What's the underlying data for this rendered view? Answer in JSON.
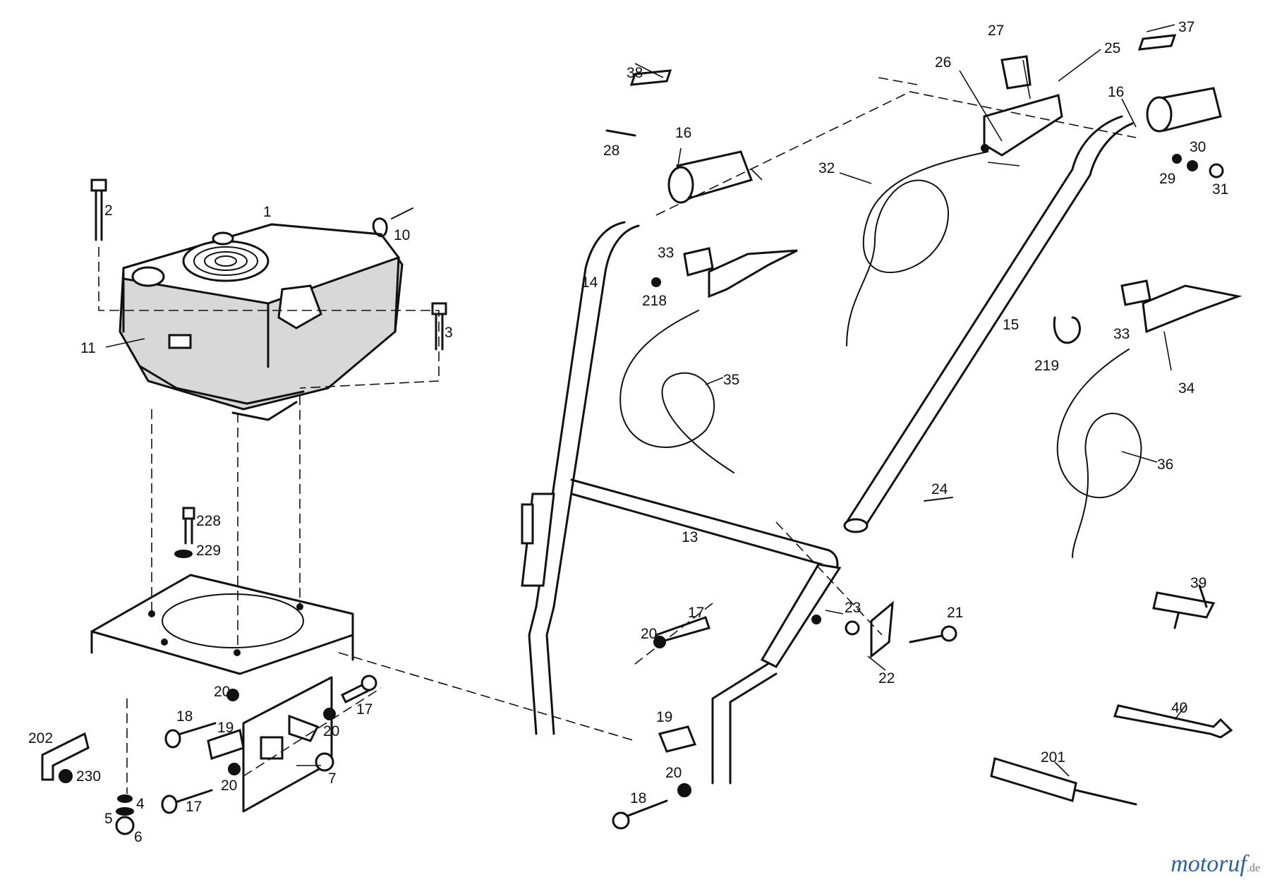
{
  "labels": {
    "l1": "1",
    "l2": "2",
    "l3": "3",
    "l4": "4",
    "l5": "5",
    "l6": "6",
    "l7": "7",
    "l10": "10",
    "l11": "11",
    "l13": "13",
    "l14": "14",
    "l15": "15",
    "l16a": "16",
    "l16b": "16",
    "l17a": "17",
    "l17b": "17",
    "l17c": "17",
    "l18a": "18",
    "l18b": "18",
    "l19a": "19",
    "l19b": "19",
    "l20a": "20",
    "l20b": "20",
    "l20c": "20",
    "l20d": "20",
    "l20e": "20",
    "l21": "21",
    "l22": "22",
    "l23": "23",
    "l24": "24",
    "l25": "25",
    "l26": "26",
    "l27": "27",
    "l28": "28",
    "l29": "29",
    "l30": "30",
    "l31": "31",
    "l32": "32",
    "l33a": "33",
    "l33b": "33",
    "l34": "34",
    "l35": "35",
    "l36": "36",
    "l37": "37",
    "l38": "38",
    "l39": "39",
    "l40": "40",
    "l201": "201",
    "l202": "202",
    "l218": "218",
    "l219": "219",
    "l228": "228",
    "l229": "229",
    "l230": "230"
  },
  "watermark": {
    "name": "motoruf",
    "tld": ".de"
  },
  "colors": {
    "line": "#111111",
    "background": "#ffffff",
    "watermark": "#2a62a8"
  }
}
